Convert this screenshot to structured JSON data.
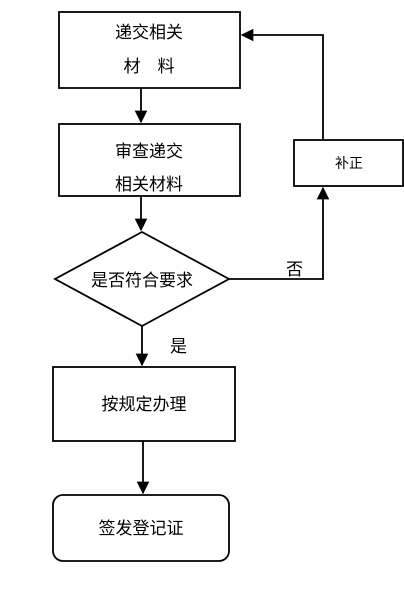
{
  "diagram": {
    "nodes": {
      "submit": {
        "line1": "递交相关",
        "line2": "材　料"
      },
      "review": {
        "line1": "审查递交",
        "line2": "相关材料"
      },
      "decision": {
        "label": "是否符合要求"
      },
      "correction": {
        "label": "补正"
      },
      "process": {
        "label": "按规定办理"
      },
      "certificate": {
        "label": "签发登记证"
      }
    },
    "edges": {
      "no_label": "否",
      "yes_label": "是"
    },
    "colors": {
      "stroke": "#000000",
      "fill": "#ffffff",
      "text": "#000000"
    }
  }
}
